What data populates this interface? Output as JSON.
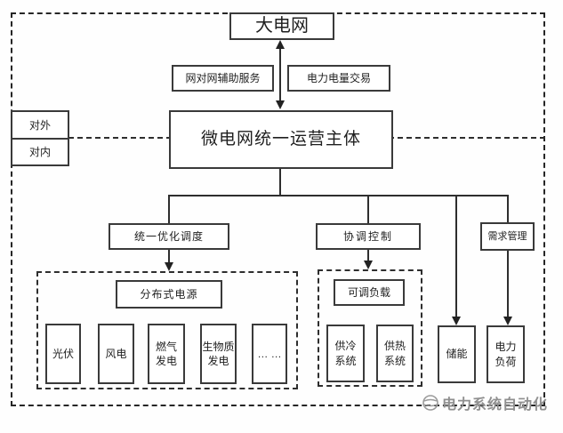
{
  "diagram": {
    "grid_box": "大电网",
    "ancillary_box": "网对网辅助服务",
    "trade_box": "电力电量交易",
    "external_label": "对外",
    "internal_label": "对内",
    "operator_box": "微电网统一运营主体",
    "dispatch_box": "统一优化调度",
    "control_box": "协调控制",
    "demand_box": "需求管理",
    "der_group": {
      "title": "分布式电源",
      "items": [
        "光伏",
        "风电",
        "燃气\n发电",
        "生物质\n发电",
        "… …"
      ]
    },
    "adjustable_load_group": {
      "title": "可调负载",
      "items": [
        "供冷\n系统",
        "供热\n系统"
      ]
    },
    "storage_box": "储能",
    "power_load_box": "电力\n负荷",
    "watermark": "电力系统自动化",
    "colors": {
      "line": "#2e2e2e",
      "watermark_gray": "#8f8f8f",
      "background": "#ffffff"
    }
  }
}
